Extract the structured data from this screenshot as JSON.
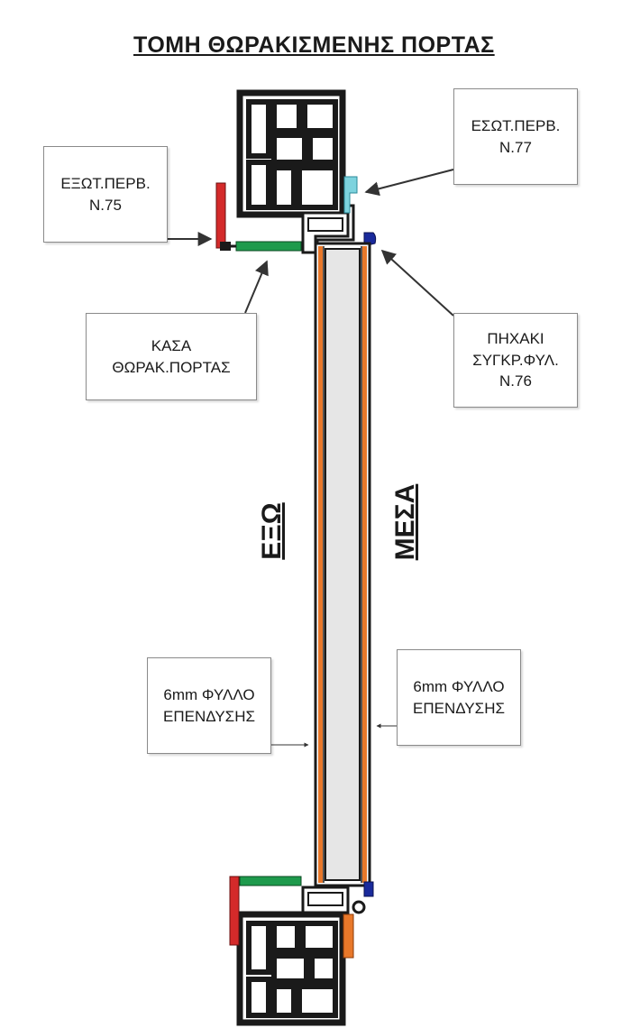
{
  "title": "ΤΟΜΗ ΘΩΡΑΚΙΣΜΕΝΗΣ  ΠΟΡΤΑΣ",
  "labels": {
    "ext_trim": [
      "ΕΞΩΤ.ΠΕΡΒ.",
      "Ν.75"
    ],
    "int_trim": [
      "ΕΣΩΤ.ΠΕΡΒ.",
      "Ν.77"
    ],
    "frame": [
      "ΚΑΣΑ",
      "ΘΩΡΑΚ.ΠΟΡΤΑΣ"
    ],
    "seal": [
      "ΠΗΧΑΚΙ",
      "ΣΥΓΚΡ.ΦΥΛ.",
      "Ν.76"
    ],
    "panel_out": [
      "6mm ΦΥΛΛΟ",
      "ΕΠΕΝΔΥΣΗΣ"
    ],
    "panel_in": [
      "6mm ΦΥΛΛΟ",
      "ΕΠΕΝΔΥΣΗΣ"
    ]
  },
  "side_labels": {
    "outside": "ΕΞΩ",
    "inside": "ΜΕΣΑ"
  },
  "colors": {
    "ext_trim": "#d42a2a",
    "frame": "#1e9a4c",
    "int_trim": "#7dd3de",
    "seal": "#1a2a9c",
    "panel": "#e8782a",
    "core": "#e6e6e6",
    "wall": "#1a1a1a",
    "arrow": "#333333"
  }
}
